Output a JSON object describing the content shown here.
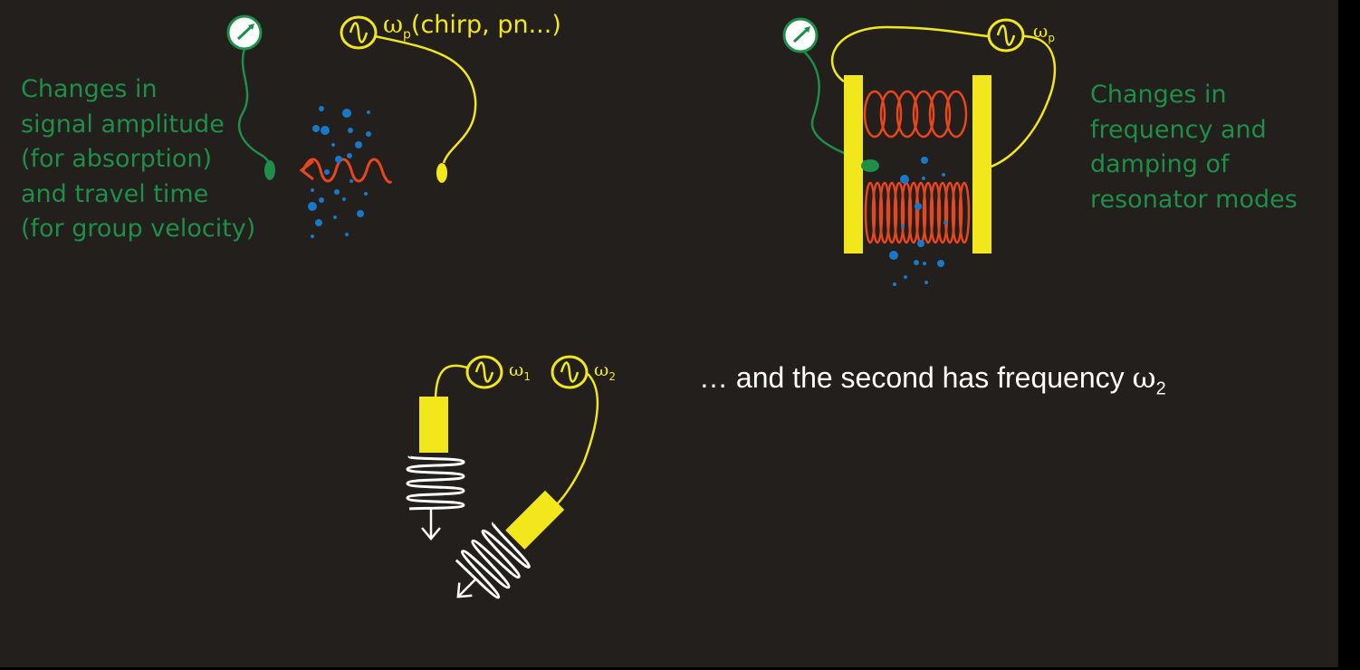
{
  "colors": {
    "background": "#221f1c",
    "green": "#1e8e48",
    "yellow": "#f2e71a",
    "red": "#e8461c",
    "blue": "#1a78c8",
    "white": "#ffffff"
  },
  "left_panel": {
    "source_symbol": "ω",
    "source_subscript": "p",
    "source_note": "(chirp, pn...)",
    "caption_lines": [
      "Changes in",
      "signal amplitude",
      "(for absorption)",
      "and travel time",
      "(for group velocity)"
    ]
  },
  "right_panel": {
    "source_symbol": "ω",
    "source_subscript": "p",
    "caption_lines": [
      "Changes in",
      "frequency and",
      "damping of",
      "resonator modes"
    ]
  },
  "bottom_panel": {
    "source1_symbol": "ω",
    "source1_subscript": "1",
    "source2_symbol": "ω",
    "source2_subscript": "2",
    "statement_text": "… and the second has frequency ",
    "statement_symbol": "ω",
    "statement_subscript": "2"
  },
  "icons": [
    "meter-icon",
    "ac-source-icon",
    "probe-icon",
    "wave-arrow-icon",
    "coil-icon",
    "plate-icon"
  ]
}
